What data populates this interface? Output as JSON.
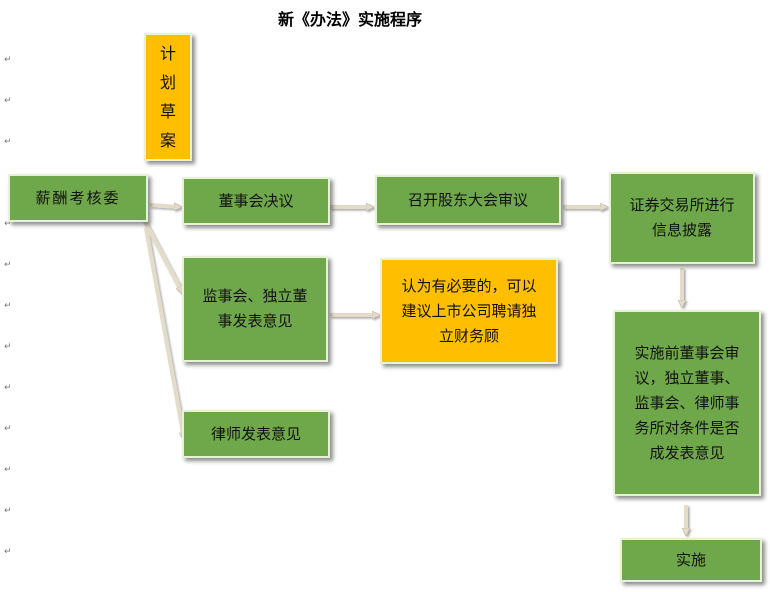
{
  "title": "新《办法》实施程序",
  "nodes": {
    "plan_draft": [
      "计",
      "划",
      "草",
      "案"
    ],
    "salary_committee": "薪酬考核委",
    "board_resolution": "董事会决议",
    "shareholders_meeting": "召开股东大会审议",
    "stock_exchange": "证券交易所进行信息披露",
    "supervisors_opinion": "监事会、独立董事发表意见",
    "independent_advisor": "认为有必要的，可以建议上市公司聘请独立财务顾",
    "lawyer_opinion": "律师发表意见",
    "pre_implementation_review": "实施前董事会审议，独立董事、监事会、律师事务所对条件是否成发表意见",
    "implementation": "实施"
  },
  "colors": {
    "green": "#6fa84a",
    "orange": "#ffbf00",
    "arrow": "#e3dcc8"
  }
}
